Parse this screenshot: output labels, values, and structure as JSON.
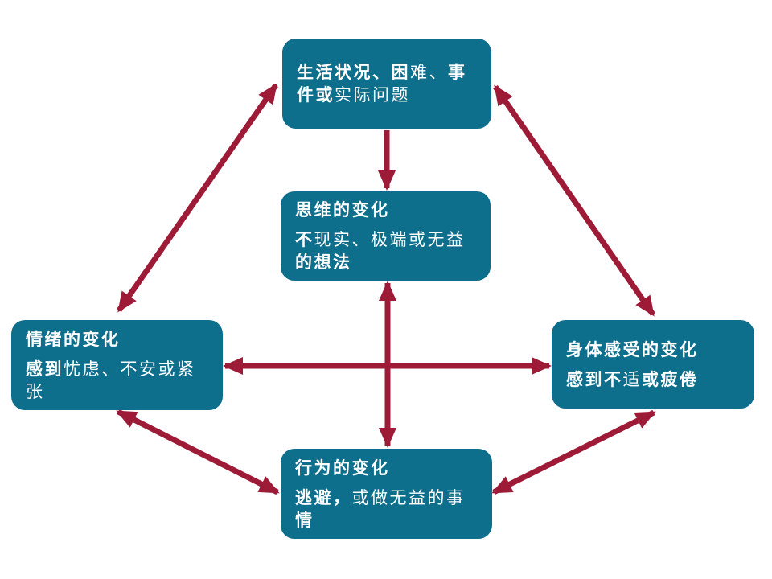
{
  "diagram": {
    "type": "cbt-five-areas-model",
    "colors": {
      "box_fill": "#0E6F8D",
      "arrow": "#9E1B38",
      "text": "#FFFFFF",
      "background": "#FFFFFF"
    },
    "nodes": {
      "situation": {
        "full_text": "生活状况、困难、事件或实际问题",
        "runs": [
          {
            "t": "生活状况、困",
            "b": true
          },
          {
            "t": "难、",
            "b": false
          },
          {
            "t": "事件或",
            "b": true
          },
          {
            "t": "实际问题",
            "b": false
          }
        ]
      },
      "thoughts": {
        "title": "思维的变化",
        "body_full_text": "不现实、极端或无益的想法",
        "body_runs": [
          {
            "t": "不",
            "b": true
          },
          {
            "t": "现实、极端或无益",
            "b": false
          },
          {
            "t": "的想法",
            "b": true
          }
        ]
      },
      "emotions": {
        "title": "情绪的变化",
        "body_full_text": "感到忧虑、不安或紧张",
        "body_runs": [
          {
            "t": "感到",
            "b": true
          },
          {
            "t": "忧虑、不安或紧张",
            "b": false
          }
        ]
      },
      "physical": {
        "title": "身体感受的变化",
        "body_full_text": "感到不适或疲倦",
        "body_runs": [
          {
            "t": "感到不",
            "b": true
          },
          {
            "t": "适",
            "b": false
          },
          {
            "t": "或疲倦",
            "b": true
          }
        ]
      },
      "behavior": {
        "title": "行为的变化",
        "body_full_text": "逃避，或做无益的事情",
        "body_runs": [
          {
            "t": "逃避，",
            "b": true
          },
          {
            "t": "或做无益的事",
            "b": false
          },
          {
            "t": "情",
            "b": true
          }
        ]
      }
    },
    "connections": [
      {
        "from": "situation",
        "to": "emotions",
        "bidirectional": true
      },
      {
        "from": "situation",
        "to": "thoughts",
        "bidirectional": false
      },
      {
        "from": "situation",
        "to": "physical",
        "bidirectional": true
      },
      {
        "from": "thoughts",
        "to": "behavior",
        "bidirectional": true
      },
      {
        "from": "emotions",
        "to": "physical",
        "bidirectional": true
      },
      {
        "from": "emotions",
        "to": "behavior",
        "bidirectional": true
      },
      {
        "from": "behavior",
        "to": "physical",
        "bidirectional": true
      }
    ]
  }
}
